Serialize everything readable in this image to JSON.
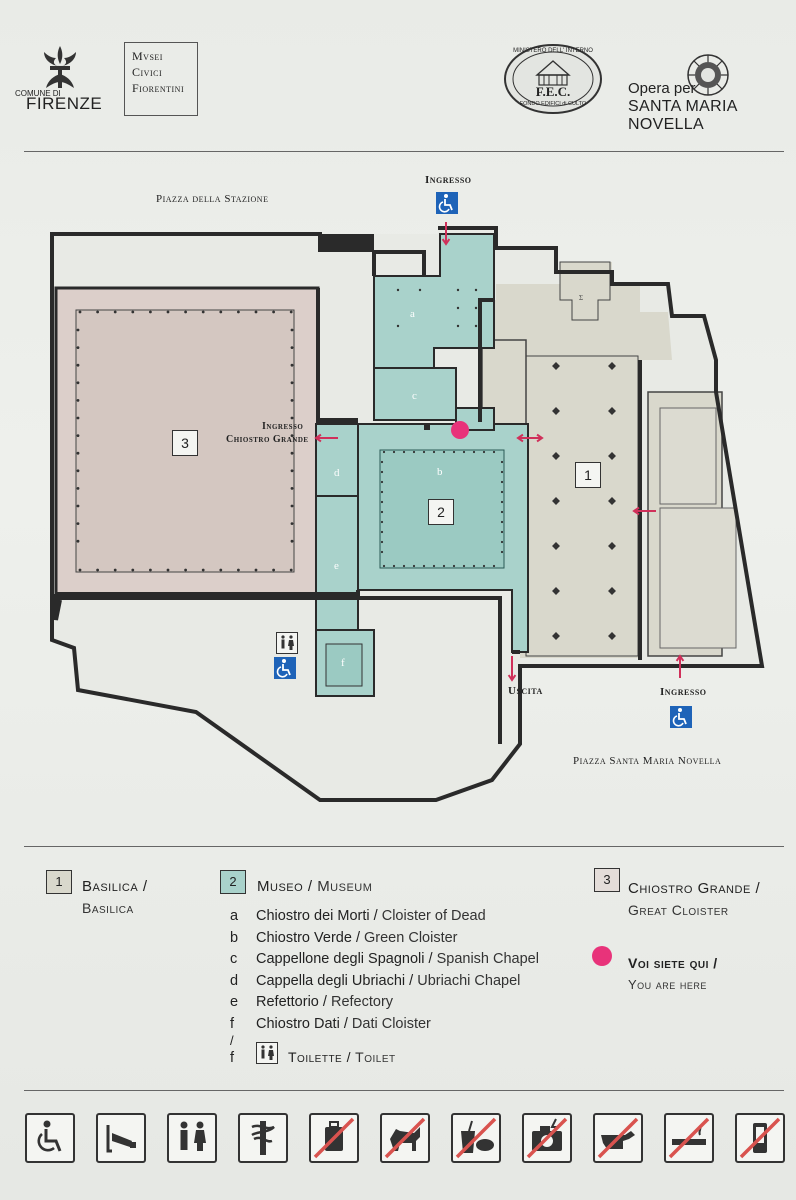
{
  "header": {
    "comune_small": "COMUNE DI",
    "comune_name": "FIRENZE",
    "musei": [
      "Mvsei",
      "Civici",
      "Fiorentini"
    ],
    "seal_top": "MINISTERO DELL' INTERNO",
    "seal_center": "F.E.C.",
    "seal_bottom": "FONDO EDIFICI di CULTO",
    "opera_line1": "Opera per",
    "opera_line2": "SANTA MARIA NOVELLA"
  },
  "map": {
    "labels": {
      "piazza_stazione": "Piazza della Stazione",
      "piazza_smn": "Piazza Santa Maria Novella",
      "ingresso_top": "Ingresso",
      "ingresso_chiostro": [
        "Ingresso",
        "Chiostro Grande"
      ],
      "ingresso_bottom": "Ingresso",
      "uscita": "Uscita"
    },
    "zone_numbers": [
      "1",
      "2",
      "3"
    ],
    "room_letters": [
      "a",
      "b",
      "c",
      "d",
      "e",
      "f",
      "Σ"
    ],
    "colors": {
      "basilica": "#d9d8cc",
      "museum": "#a9d2cb",
      "cloister_grande": "#dccfca",
      "wall": "#2a2a2a",
      "arrow": "#d0305a",
      "here": "#e8337a",
      "access": "#1e63b8"
    }
  },
  "legend": {
    "basilica": {
      "num": "1",
      "it": "Basilica /",
      "en": "Basilica"
    },
    "museum": {
      "num": "2",
      "it": "Museo",
      "en": "Museum"
    },
    "chiostro": {
      "num": "3",
      "it": "Chiostro Grande /",
      "en": "Great Cloister"
    },
    "here": {
      "it": "Voi siete qui /",
      "en": "You are here"
    },
    "museum_items": [
      {
        "key": "a",
        "it": "Chiostro dei Morti",
        "en": "Cloister of Dead"
      },
      {
        "key": "b",
        "it": "Chiostro Verde",
        "en": "Green Cloister"
      },
      {
        "key": "c",
        "it": "Cappellone degli Spagnoli",
        "en": "Spanish Chapel"
      },
      {
        "key": "d",
        "it": "Cappella degli Ubriachi",
        "en": "Ubriachi Chapel"
      },
      {
        "key": "e",
        "it": "Refettorio",
        "en": "Refectory"
      },
      {
        "key": "f",
        "it": "Chiostro Dati",
        "en": "Dati Cloister"
      }
    ],
    "toilet": {
      "key_top": "/",
      "key": "f",
      "it": "Toilette",
      "en": "Toilet"
    }
  },
  "pictograms": [
    "wheelchair-access-icon",
    "video-surveillance-icon",
    "restroom-icon",
    "first-aid-icon",
    "no-luggage-icon",
    "no-dogs-icon",
    "no-food-drink-icon",
    "no-flash-photography-icon",
    "no-touching-icon",
    "no-smoking-icon",
    "no-mobile-phone-icon"
  ]
}
